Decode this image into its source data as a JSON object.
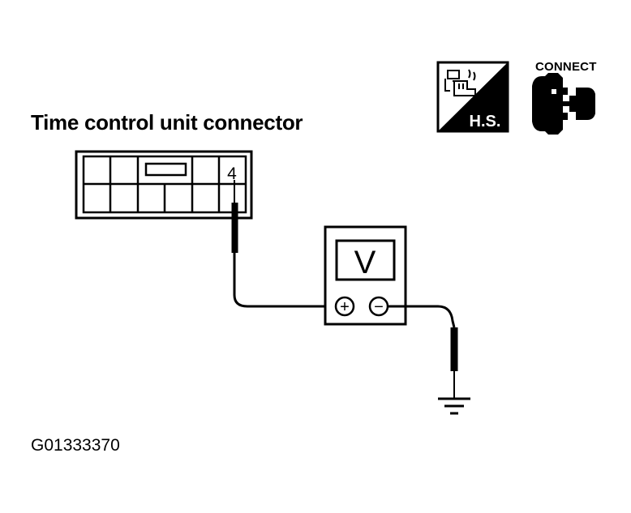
{
  "title": "Time control unit connector",
  "figure_code": "G01333370",
  "connector": {
    "terminal": "4"
  },
  "meter": {
    "symbol": "V",
    "plus_terminal": "+",
    "minus_terminal": "−"
  },
  "badges": {
    "hs": {
      "label": "H.S.",
      "icon": "hot-start-engine-icon"
    },
    "connect": {
      "label": "CONNECT",
      "icon": "connector-connect-icon"
    }
  },
  "colors": {
    "line": "#000000",
    "background": "#ffffff"
  }
}
